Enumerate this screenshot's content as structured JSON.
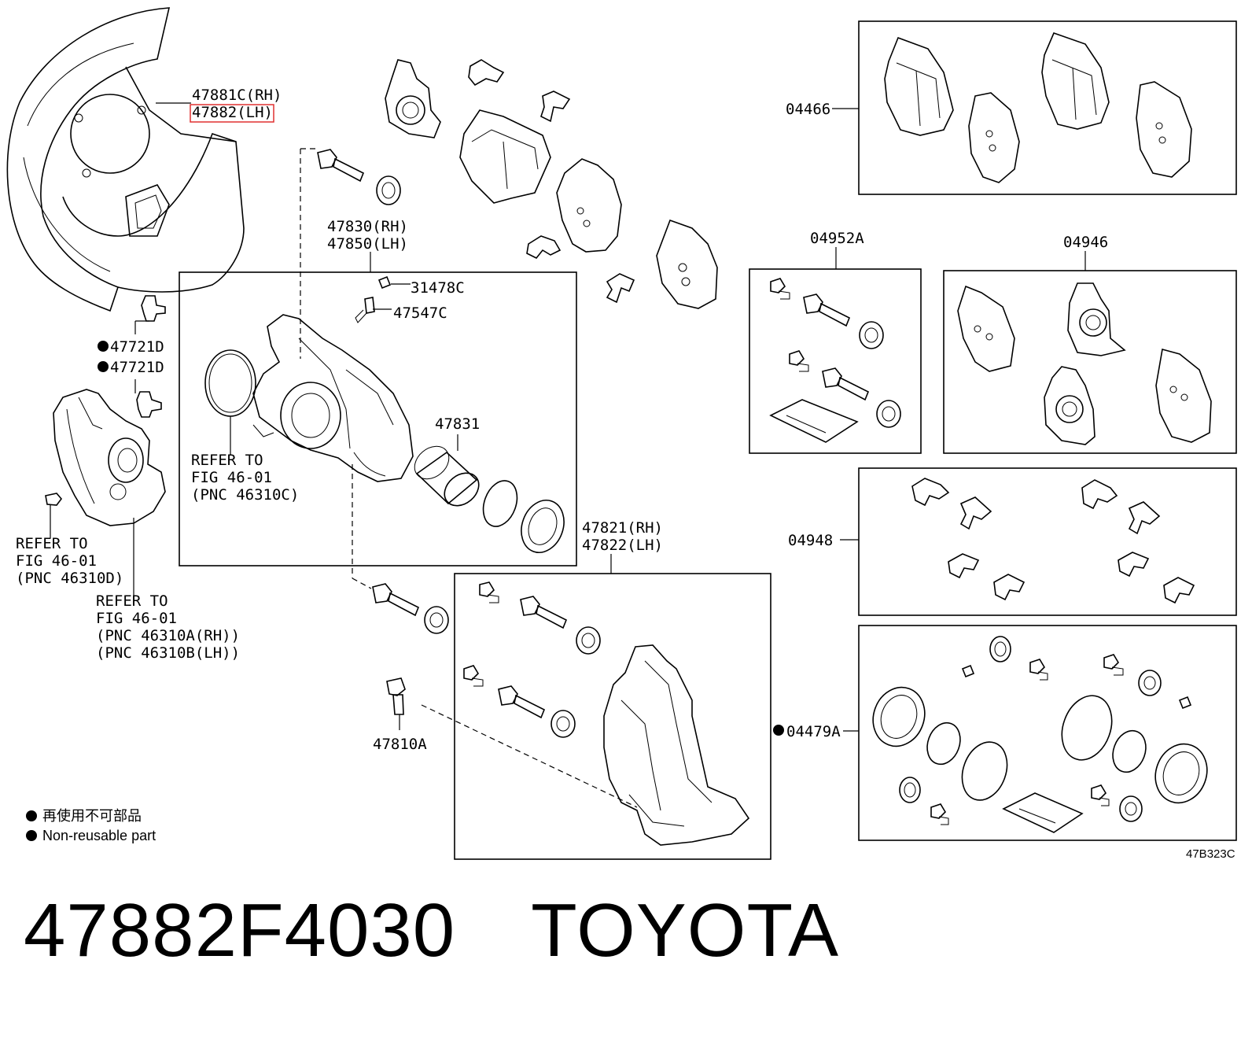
{
  "callouts": {
    "c47881": "47881C(RH)",
    "c47882": "47882(LH)",
    "c47721a": "47721D",
    "c47721b": "47721D",
    "ref_a1": "REFER TO",
    "ref_a2": "FIG 46-01",
    "ref_a3": "(PNC 46310D)",
    "ref_b1": "REFER TO",
    "ref_b2": "FIG 46-01",
    "ref_b3": "(PNC 46310A(RH))",
    "ref_b4": "(PNC 46310B(LH))",
    "c47830": "47830(RH)",
    "c47850": "47850(LH)",
    "c31478": "31478C",
    "c47547": "47547C",
    "ref_c1": "REFER TO",
    "ref_c2": "FIG 46-01",
    "ref_c3": "(PNC 46310C)",
    "c47831": "47831",
    "c47821": "47821(RH)",
    "c47822": "47822(LH)",
    "c47810": "47810A",
    "c04466": "04466",
    "c04952": "04952A",
    "c04946": "04946",
    "c04948": "04948",
    "c04479": "04479A"
  },
  "legend": {
    "line1": "再使用不可部品",
    "line2": "Non-reusable part"
  },
  "figure_code": "47B323C",
  "footer": {
    "part_number": "47882F4030",
    "brand": "TOYOTA"
  },
  "highlight_color": "#e03030"
}
